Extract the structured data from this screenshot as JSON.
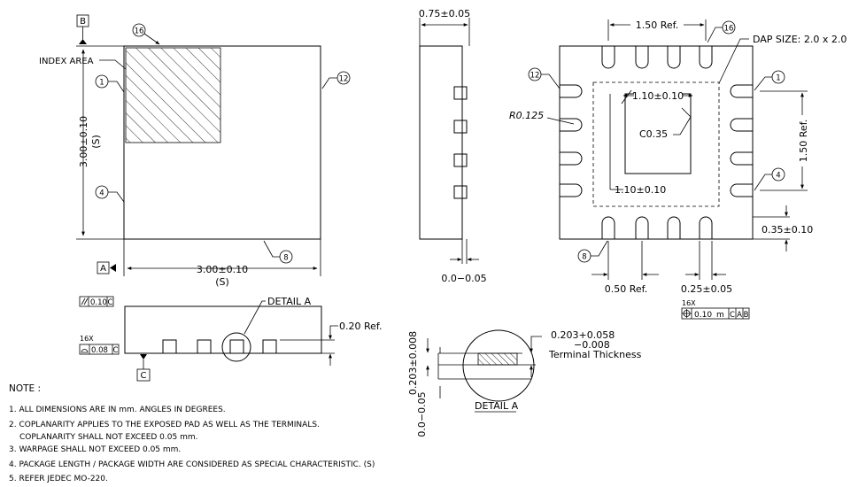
{
  "top_view": {
    "datum_b": "B",
    "datum_a": "A",
    "index_area": "INDEX AREA",
    "pin_callouts": [
      "16",
      "12",
      "1",
      "4",
      "8"
    ],
    "dim_width": "3.00±0.10",
    "dim_width_note": "(S)",
    "dim_height": "3.00±0.10",
    "dim_height_note": "(S)"
  },
  "side_view": {
    "dim_thickness": "0.75±0.05",
    "dim_standoff": "0.0−0.05"
  },
  "bottom_view": {
    "ref_top": "1.50 Ref.",
    "dap_size": "DAP SIZE: 2.0 x 2.0",
    "dap_inner_top": "1.10±0.10",
    "dap_inner_left": "1.10±0.10",
    "chamfer": "C0.35",
    "radius": "R0.125",
    "ref_right": "1.50 Ref.",
    "dim_right": "0.35±0.10",
    "pitch": "0.50 Ref.",
    "lead_width": "0.25±0.05",
    "pin_callouts": [
      "16",
      "12",
      "1",
      "4",
      "8"
    ],
    "fcf_count": "16X",
    "fcf_position": "0.10",
    "fcf_modifier": "m",
    "fcf_datums": [
      "C",
      "A",
      "B"
    ]
  },
  "front_view": {
    "parallelism_value": "0.10",
    "parallelism_datum": "C",
    "coplanarity_count": "16X",
    "coplanarity_value": "0.08",
    "coplanarity_datum": "C",
    "datum_c": "C",
    "detail_callout": "DETAIL  A",
    "dim_ref": "0.20 Ref."
  },
  "detail_a": {
    "title": "DETAIL  A",
    "terminal_dim_main": "0.203+0.058",
    "terminal_dim_lower": "−0.008",
    "terminal_label": "Terminal Thickness",
    "left_dim_upper": "0.203±0.008",
    "left_dim_lower": "0.0−0.05"
  },
  "notes": {
    "heading": "NOTE :",
    "items": [
      "1. ALL DIMENSIONS ARE IN mm. ANGLES IN DEGREES.",
      "2. COPLANARITY APPLIES TO THE EXPOSED PAD AS WELL AS THE TERMINALS.",
      "COPLANARITY SHALL NOT EXCEED 0.05 mm.",
      "3. WARPAGE SHALL NOT EXCEED 0.05 mm.",
      "4. PACKAGE LENGTH / PACKAGE WIDTH ARE CONSIDERED AS SPECIAL CHARACTERISTIC. (S)",
      "5. REFER JEDEC MO-220."
    ]
  }
}
